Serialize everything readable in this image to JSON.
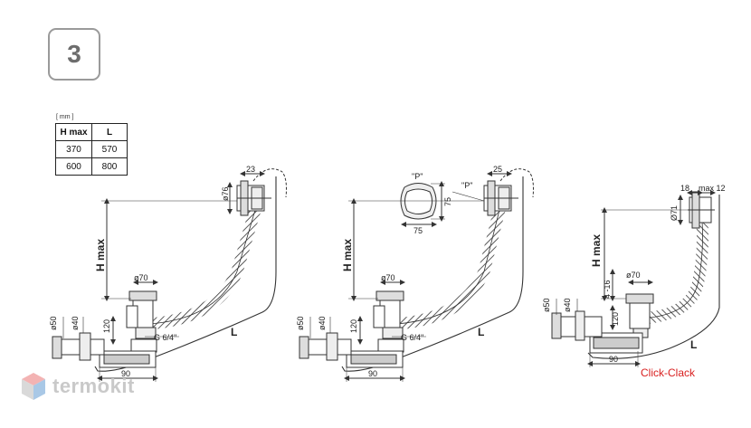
{
  "badge": {
    "number": "3"
  },
  "table": {
    "unit": "[ mm ]",
    "headers": [
      "H max",
      "L"
    ],
    "rows": [
      [
        "370",
        "570"
      ],
      [
        "600",
        "800"
      ]
    ]
  },
  "labels": {
    "hmax": "H max",
    "l": "L",
    "d70": "ø70",
    "d76": "ø76",
    "d71": "Ø71",
    "d50": "ø50",
    "d40": "ø40",
    "d120": "120",
    "d90": "90",
    "d23": "23",
    "d25": "25",
    "d75": "75",
    "d18": "18",
    "dmax12": "max 12",
    "d4_16": "4 -16",
    "g": "G 6/4\"",
    "p": "\"P\""
  },
  "caption": "Click-Clack",
  "logo": {
    "text": "termokit",
    "icon": "cube-logo-icon"
  },
  "colors": {
    "line": "#333333",
    "accent": "#d81e1e",
    "badge_border": "#9a9a9a",
    "logo": "#c9c9c9"
  }
}
